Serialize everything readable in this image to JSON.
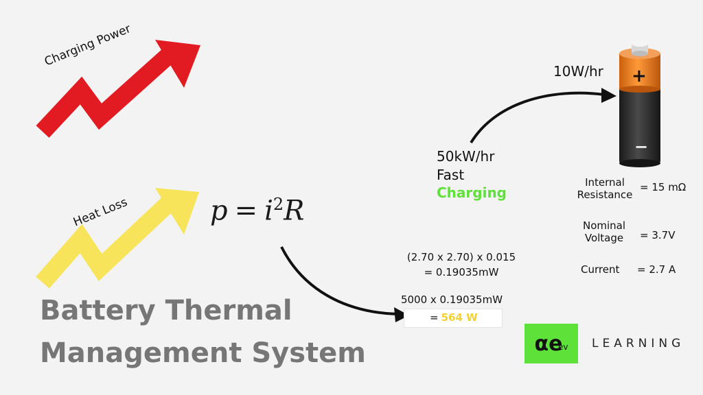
{
  "charging_power": {
    "label": "Charging Power",
    "color": "#e21b22"
  },
  "heat_loss": {
    "label": "Heat Loss",
    "color": "#f7e45a"
  },
  "formula": {
    "lhs": "p",
    "eq": "=",
    "var": "i",
    "exp": "2",
    "rhs": "R"
  },
  "calculation": {
    "line1": "(2.70 x 2.70) x 0.015",
    "line2": "= 0.19035mW",
    "line3": "5000 x  0.19035mW",
    "result_prefix": "=",
    "result_value": "564 W",
    "result_color": "#f2d230"
  },
  "rates": {
    "battery_rate": "10W/hr",
    "fast_rate": "50kW/hr",
    "fast": "Fast",
    "charging": "Charging",
    "charging_color": "#5fe03a"
  },
  "battery": {
    "plus": "+",
    "minus": "−",
    "cap_color": "#f07d1a",
    "body_color": "#2b2b2b"
  },
  "specs": [
    {
      "line1": "Internal",
      "line2": "Resistance",
      "value": "= 15 mΩ"
    },
    {
      "line1": "Nominal",
      "line2": "Voltage",
      "value": "= 3.7V"
    },
    {
      "line1": "Current",
      "value": "= 2.7 A"
    }
  ],
  "title": {
    "line1": "Battery Thermal",
    "line2": "Management System",
    "color": "#767676"
  },
  "brand": {
    "logo_text": "αe",
    "logo_suffix": "ev",
    "name": "LEARNING",
    "logo_color": "#5ee23a"
  }
}
